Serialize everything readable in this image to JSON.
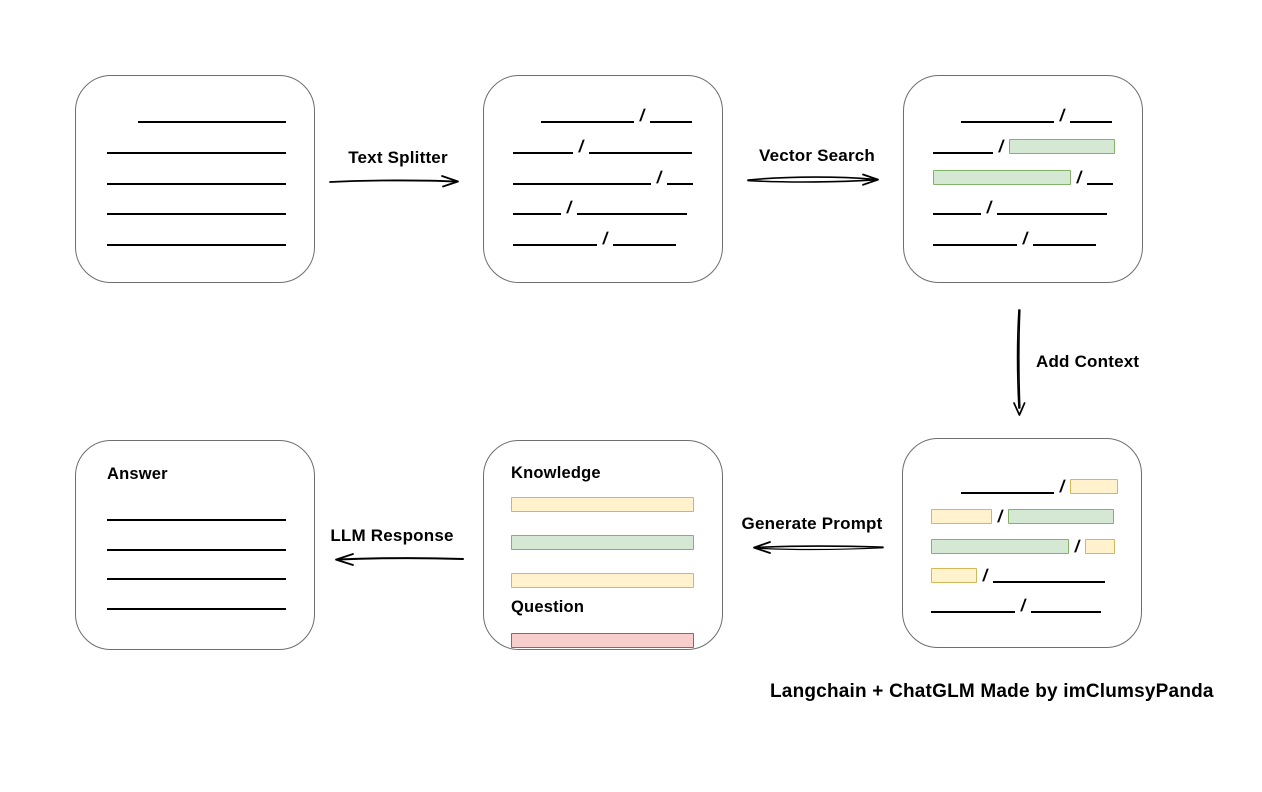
{
  "caption": "Langchain + ChatGLM Made by imClumsyPanda",
  "labels": {
    "text_splitter": "Text Splitter",
    "vector_search": "Vector Search",
    "add_context": "Add Context",
    "generate_prompt": "Generate Prompt",
    "llm_response": "LLM Response"
  },
  "boxes": {
    "prompt": {
      "knowledge_label": "Knowledge",
      "question_label": "Question"
    },
    "answer": {
      "label": "Answer"
    }
  },
  "colors": {
    "green_fill": "#d5e8d4",
    "green_border": "#82b366",
    "yellow_fill": "#fff2cc",
    "yellow_border": "#d6b656",
    "red_fill": "#f8cecc",
    "red_border": "#b85450",
    "box_border": "#6e6e6e",
    "line": "#000000"
  },
  "segment_rows": {
    "document": [
      [
        {
          "t": "gap",
          "w": 31
        },
        {
          "t": "line",
          "w": 148
        }
      ],
      [
        {
          "t": "line",
          "w": 179
        }
      ],
      [
        {
          "t": "line",
          "w": 179
        }
      ],
      [
        {
          "t": "line",
          "w": 179
        }
      ],
      [
        {
          "t": "line",
          "w": 179
        }
      ]
    ],
    "split": [
      [
        {
          "t": "gap",
          "w": 28
        },
        {
          "t": "line",
          "w": 93
        },
        {
          "t": "slash"
        },
        {
          "t": "line",
          "w": 42
        }
      ],
      [
        {
          "t": "line",
          "w": 60
        },
        {
          "t": "slash"
        },
        {
          "t": "line",
          "w": 103
        }
      ],
      [
        {
          "t": "line",
          "w": 138
        },
        {
          "t": "slash"
        },
        {
          "t": "line",
          "w": 26
        }
      ],
      [
        {
          "t": "line",
          "w": 48
        },
        {
          "t": "slash"
        },
        {
          "t": "line",
          "w": 110
        }
      ],
      [
        {
          "t": "line",
          "w": 84
        },
        {
          "t": "slash"
        },
        {
          "t": "line",
          "w": 63
        }
      ]
    ],
    "vector": [
      [
        {
          "t": "gap",
          "w": 28
        },
        {
          "t": "line",
          "w": 93
        },
        {
          "t": "slash"
        },
        {
          "t": "line",
          "w": 42
        }
      ],
      [
        {
          "t": "line",
          "w": 60
        },
        {
          "t": "slash"
        },
        {
          "t": "bar",
          "c": "green",
          "w": 106
        }
      ],
      [
        {
          "t": "bar",
          "c": "green",
          "w": 138
        },
        {
          "t": "slash"
        },
        {
          "t": "line",
          "w": 26
        }
      ],
      [
        {
          "t": "line",
          "w": 48
        },
        {
          "t": "slash"
        },
        {
          "t": "line",
          "w": 110
        }
      ],
      [
        {
          "t": "line",
          "w": 84
        },
        {
          "t": "slash"
        },
        {
          "t": "line",
          "w": 63
        }
      ]
    ],
    "context": [
      [
        {
          "t": "gap",
          "w": 30
        },
        {
          "t": "line",
          "w": 93
        },
        {
          "t": "slash"
        },
        {
          "t": "bar",
          "c": "yellow",
          "w": 48
        }
      ],
      [
        {
          "t": "bar",
          "c": "yellow",
          "w": 61
        },
        {
          "t": "slash"
        },
        {
          "t": "bar",
          "c": "green",
          "w": 106
        }
      ],
      [
        {
          "t": "bar",
          "c": "green",
          "w": 138
        },
        {
          "t": "slash"
        },
        {
          "t": "bar",
          "c": "yellow",
          "w": 30
        }
      ],
      [
        {
          "t": "bar",
          "c": "yellow",
          "w": 46
        },
        {
          "t": "slash"
        },
        {
          "t": "line",
          "w": 112
        }
      ],
      [
        {
          "t": "line",
          "w": 84
        },
        {
          "t": "slash"
        },
        {
          "t": "line",
          "w": 70
        }
      ]
    ],
    "prompt_knowledge": [
      [
        {
          "t": "bar",
          "c": "yellow",
          "w": 183
        }
      ],
      [
        {
          "t": "bar",
          "c": "green",
          "w": 183
        }
      ],
      [
        {
          "t": "bar",
          "c": "yellow",
          "w": 183
        }
      ]
    ],
    "prompt_question": [
      [
        {
          "t": "bar",
          "c": "red",
          "w": 183
        }
      ]
    ],
    "answer": [
      [
        {
          "t": "line",
          "w": 179
        }
      ],
      [
        {
          "t": "line",
          "w": 179
        }
      ],
      [
        {
          "t": "line",
          "w": 179
        }
      ],
      [
        {
          "t": "line",
          "w": 179
        }
      ]
    ]
  }
}
